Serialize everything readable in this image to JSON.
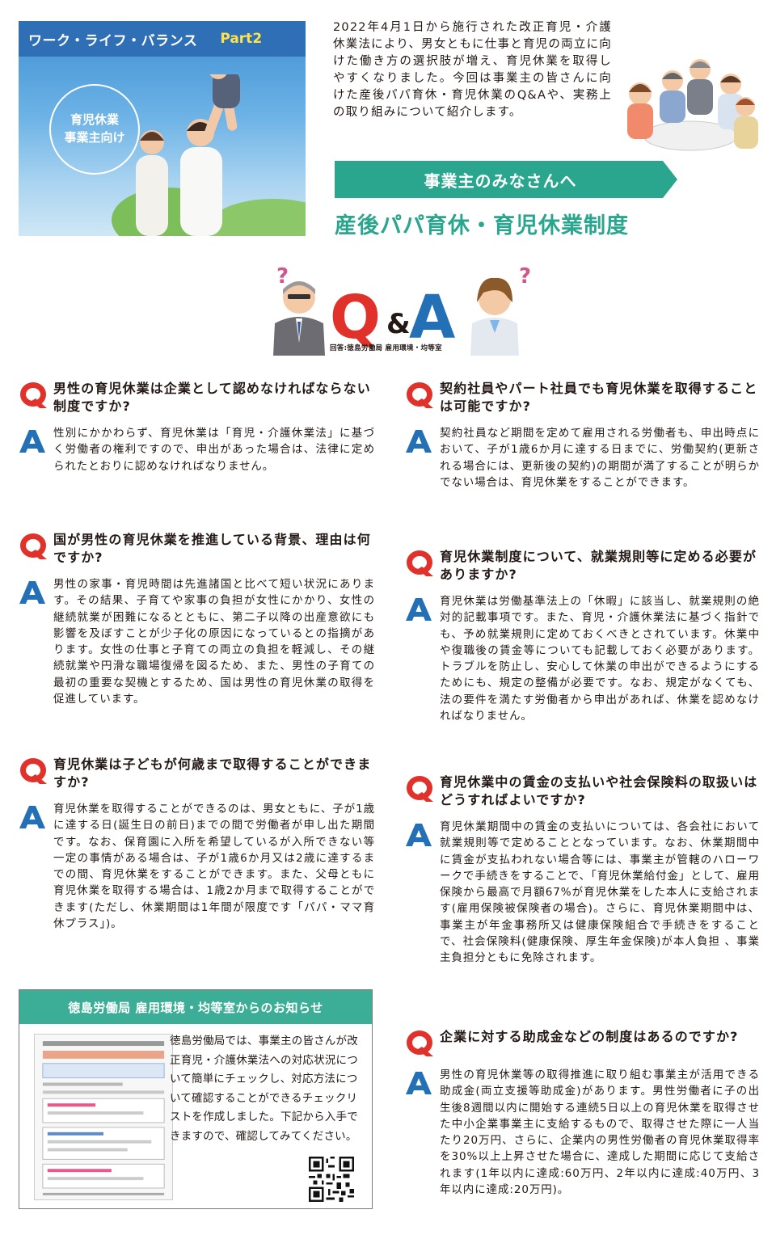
{
  "hero": {
    "series_title": "ワーク・ライフ・バランス",
    "part": "Part2",
    "badge_line1": "育児休業",
    "badge_line2": "事業主向け"
  },
  "intro": "2022年4月1日から施行された改正育児・介護休業法により、男女ともに仕事と育児の両立に向けた働き方の選択肢が増え、育児休業を取得しやすくなりました。今回は事業主の皆さんに向けた産後パパ育休・育児休業のQ&Aや、実務上の取り組みについて紹介します。",
  "banner": "事業主のみなさんへ",
  "headline": "産後パパ育休・育児休業制度",
  "qa_logo": {
    "q": "Q",
    "amp": "&",
    "a": "A"
  },
  "credit": "回答:徳島労働局 雇用環境・均等室",
  "colors": {
    "teal": "#2aa58e",
    "q_red": "#e0322b",
    "a_blue": "#2370b7"
  },
  "qa": [
    {
      "q": "男性の育児休業は企業として認めなければならない制度ですか?",
      "a": "性別にかかわらず、育児休業は「育児・介護休業法」に基づく労働者の権利ですので、申出があった場合は、法律に定められたとおりに認めなければなりません。"
    },
    {
      "q": "国が男性の育児休業を推進している背景、理由は何ですか?",
      "a": "男性の家事・育児時間は先進諸国と比べて短い状況にあります。その結果、子育てや家事の負担が女性にかかり、女性の継続就業が困難になるとともに、第二子以降の出産意欲にも影響を及ぼすことが少子化の原因になっているとの指摘があります。女性の仕事と子育ての両立の負担を軽減し、その継続就業や円滑な職場復帰を図るため、また、男性の子育ての最初の重要な契機とするため、国は男性の育児休業の取得を促進しています。"
    },
    {
      "q": "育児休業は子どもが何歳まで取得することができますか?",
      "a": "育児休業を取得することができるのは、男女ともに、子が1歳に達する日(誕生日の前日)までの間で労働者が申し出た期間です。なお、保育園に入所を希望しているが入所できない等一定の事情がある場合は、子が1歳6か月又は2歳に達するまでの間、育児休業をすることができます。また、父母ともに育児休業を取得する場合は、1歳2か月まで取得することができます(ただし、休業期間は1年間が限度です「パパ・ママ育休プラス」)。"
    },
    {
      "q": "契約社員やパート社員でも育児休業を取得することは可能ですか?",
      "a": "契約社員など期間を定めて雇用される労働者も、申出時点において、子が1歳6か月に達する日までに、労働契約(更新される場合には、更新後の契約)の期間が満了することが明らかでない場合は、育児休業をすることができます。"
    },
    {
      "q": "育児休業制度について、就業規則等に定める必要がありますか?",
      "a": "育児休業は労働基準法上の「休暇」に該当し、就業規則の絶対的記載事項です。また、育児・介護休業法に基づく指針でも、予め就業規則に定めておくべきとされています。休業中や復職後の賃金等についても記載しておく必要があります。トラブルを防止し、安心して休業の申出ができるようにするためにも、規定の整備が必要です。なお、規定がなくても、法の要件を満たす労働者から申出があれば、休業を認めなければなりません。"
    },
    {
      "q": "育児休業中の賃金の支払いや社会保険料の取扱いはどうすればよいですか?",
      "a": "育児休業期間中の賃金の支払いについては、各会社において就業規則等で定めることとなっています。なお、休業期間中に賃金が支払われない場合等には、事業主が管轄のハローワークで手続きをすることで、「育児休業給付金」として、雇用保険から最高で月額67%が育児休業をした本人に支給されます(雇用保険被保険者の場合)。さらに、育児休業期間中は、事業主が年金事務所又は健康保険組合で手続きをすることで、社会保険料(健康保険、厚生年金保険)が本人負担 、事業主負担分ともに免除されます。"
    },
    {
      "q": "企業に対する助成金などの制度はあるのですか?",
      "a": "男性の育児休業等の取得推進に取り組む事業主が活用できる助成金(両立支援等助成金)があります。男性労働者に子の出生後8週間以内に開始する連続5日以上の育児休業を取得させた中小企業事業主に支給するもので、取得させた際に一人当たり20万円、さらに、企業内の男性労働者の育児休業取得率を30%以上上昇させた場合に、達成した期間に応じて支給されます(1年以内に達成:60万円、2年以内に達成:40万円、3年以内に達成:20万円)。"
    }
  ],
  "notice": {
    "title": "徳島労働局 雇用環境・均等室からのお知らせ",
    "body": "徳島労働局では、事業主の皆さんが改正育児・介護休業法への対応状況について簡単にチェックし、対応方法について確認することができるチェックリストを作成しました。下記から入手できますので、確認してみてください。"
  }
}
